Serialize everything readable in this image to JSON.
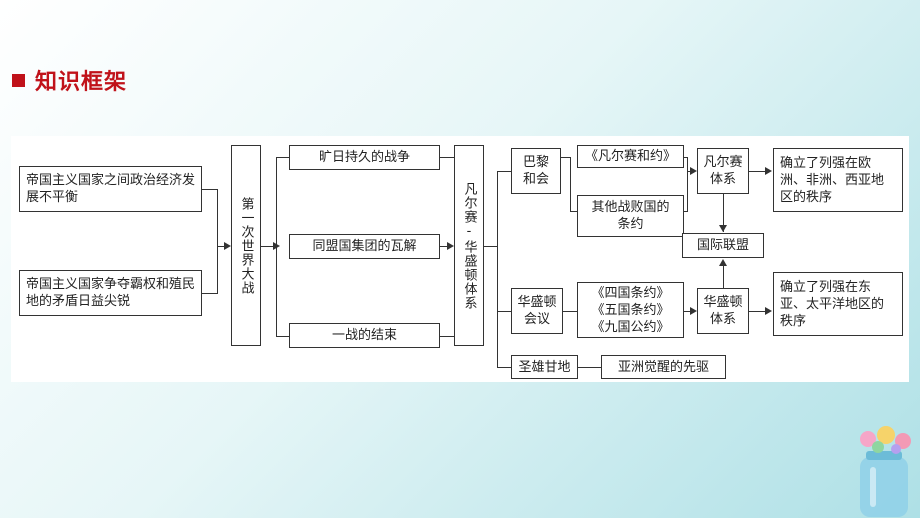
{
  "header": {
    "title": "知识框架",
    "marker_color": "#c0121a"
  },
  "diagram": {
    "causes": [
      "帝国主义国家之间政治经济发展不平衡",
      "帝国主义国家争夺霸权和殖民地的矛盾日益尖锐"
    ],
    "ww1": "第一次世界大战",
    "results": [
      "旷日持久的战争",
      "同盟国集团的瓦解",
      "一战的结束"
    ],
    "system": "凡尔赛-华盛顿体系",
    "paris": "巴黎和会",
    "paris_treaties": [
      "《凡尔赛和约》",
      "其他战败国的条约"
    ],
    "versailles": "凡尔赛体系",
    "versailles_effect": "确立了列强在欧洲、非洲、西亚地区的秩序",
    "league": "国际联盟",
    "washington_conf": "华盛顿会议",
    "washington_treaties": [
      "《四国条约》",
      "《五国条约》",
      "《九国公约》"
    ],
    "washington_sys": "华盛顿体系",
    "washington_effect": "确立了列强在东亚、太平洋地区的秩序",
    "gandhi": "圣雄甘地",
    "gandhi_note": "亚洲觉醒的先驱"
  }
}
